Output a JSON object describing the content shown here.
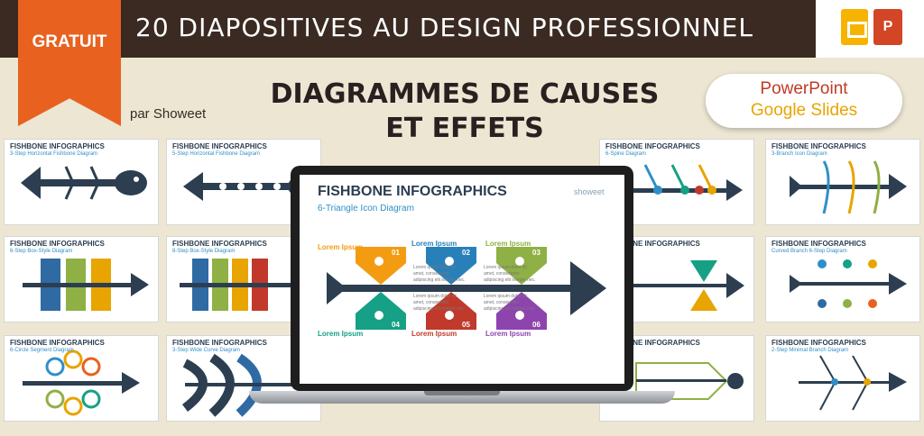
{
  "banner": {
    "text": "20 DIAPOSITIVES AU DESIGN PROFESSIONNEL"
  },
  "ribbon": {
    "label": "GRATUIT"
  },
  "byline": "par Showeet",
  "headline": {
    "line1": "DIAGRAMMES DE CAUSES",
    "line2": "ET EFFETS"
  },
  "platforms": {
    "powerpoint": "PowerPoint",
    "googleslides": "Google Slides",
    "pp_letter": "P"
  },
  "thumbnails": {
    "t1": {
      "title": "FISHBONE INFOGRAPHICS",
      "subtitle": "3-Step Horizontal Fishbone Diagram"
    },
    "t2": {
      "title": "FISHBONE INFOGRAPHICS",
      "subtitle": "5-Step Horizontal Fishbone Diagram"
    },
    "t3": {
      "title": "FISHBONE INFOGRAPHICS",
      "subtitle": "6-Spine Diagram"
    },
    "t4": {
      "title": "FISHBONE INFOGRAPHICS",
      "subtitle": "3-Branch Icon Diagram"
    },
    "t5": {
      "title": "FISHBONE INFOGRAPHICS",
      "subtitle": "6-Step Box-Style Diagram"
    },
    "t6": {
      "title": "FISHBONE INFOGRAPHICS",
      "subtitle": "8-Step Box-Style Diagram"
    },
    "t7": {
      "title": "FISHBONE INFOGRAPHICS",
      "subtitle": ""
    },
    "t8": {
      "title": "FISHBONE INFOGRAPHICS",
      "subtitle": "Curved Branch 6-Step Diagram"
    },
    "t9": {
      "title": "FISHBONE INFOGRAPHICS",
      "subtitle": "6-Circle Segment Diagram"
    },
    "t10": {
      "title": "FISHBONE INFOGRAPHICS",
      "subtitle": "3-Step Wide Curve Diagram"
    },
    "t11": {
      "title": "FISHBONE INFOGRAPHICS",
      "subtitle": ""
    },
    "t12": {
      "title": "FISHBONE INFOGRAPHICS",
      "subtitle": "2-Step Minimal Branch Diagram"
    }
  },
  "main_slide": {
    "title": "FISHBONE INFOGRAPHICS",
    "subtitle": "6-Triangle Icon Diagram",
    "brand": "showeet",
    "label": "Lorem Ipsum",
    "steps": [
      "01",
      "02",
      "03",
      "04",
      "05",
      "06"
    ],
    "paragraph": "Lorem ipsum dolor sit amet, consectetur adipiscing elit integer nec."
  },
  "colors": {
    "banner": "#3a2a22",
    "ribbon": "#e8611f",
    "background": "#ece6d3",
    "slide_navy": "#2c3e50",
    "step_orange": "#f39c12",
    "step_blue": "#2980b9",
    "step_green": "#8fb045",
    "step_teal": "#16a085",
    "step_red": "#c0392b",
    "step_purple": "#8e44ad"
  }
}
